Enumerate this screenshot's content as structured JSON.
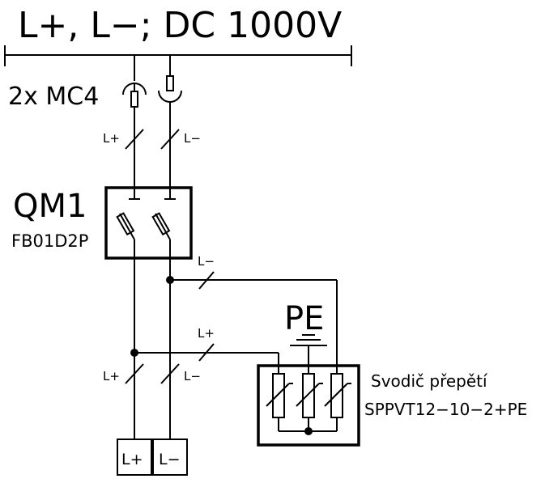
{
  "title": "L+, L−; DC 1000V",
  "connector_label": "2x MC4",
  "breaker": {
    "name": "QM1",
    "model": "FB01D2P"
  },
  "wire_labels": {
    "lplus_top": "L+",
    "lminus_top": "L−",
    "lminus_mid": "L−",
    "lplus_mid": "L+",
    "lplus_bottom": "L+",
    "lminus_bottom": "L−"
  },
  "earth_label": "PE",
  "surge_protector": {
    "name": "Svodič přepětí",
    "model": "SPPVT12−10−2+PE"
  },
  "terminals": {
    "plus": "L+",
    "minus": "L−"
  }
}
